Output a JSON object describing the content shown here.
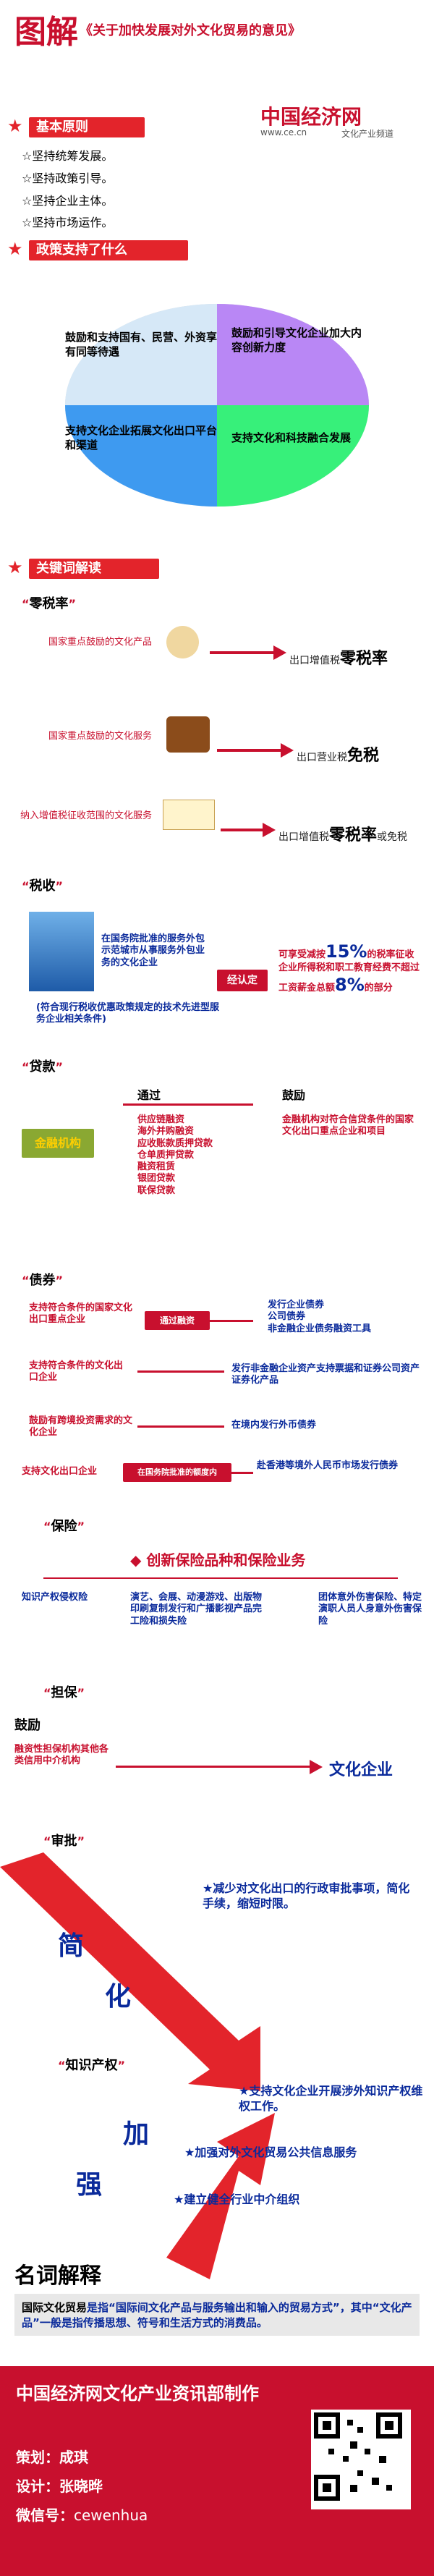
{
  "header": {
    "title": "图解",
    "subtitle": "《关于加快发展对外文化贸易的意见》",
    "brand": "中国经济网",
    "brand_sub": "文化产业频道",
    "url": "www.ce.cn"
  },
  "basic_principles": {
    "heading": "基本原则",
    "items": [
      "☆坚持统筹发展。",
      "☆坚持政策引导。",
      "☆坚持企业主体。",
      "☆坚持市场运作。"
    ]
  },
  "policy_support": {
    "heading": "政策支持了什么",
    "quadrants": [
      {
        "text": "鼓励和支持国有、民营、外资享有同等待遇",
        "color": "#d6e8f7"
      },
      {
        "text": "鼓励和引导文化企业加大内容创新力度",
        "color": "#b987f5"
      },
      {
        "text": "支持文化企业拓展文化出口平台和渠道",
        "color": "#3e9af0"
      },
      {
        "text": "支持文化和科技融合发展",
        "color": "#37f07a"
      }
    ]
  },
  "keywords": {
    "heading": "关键词解读",
    "zero_rate": {
      "label": "零税率",
      "rows": [
        {
          "left": "国家重点鼓励的文化产品",
          "result_prefix": "出口增值税",
          "result_big": "零税率",
          "result_suffix": ""
        },
        {
          "left": "国家重点鼓励的文化服务",
          "result_prefix": "出口营业税",
          "result_big": "免税",
          "result_suffix": ""
        },
        {
          "left": "纳入增值税征收范围的文化服务",
          "result_prefix": "出口增值税",
          "result_big": "零税率",
          "result_suffix": "或免税"
        }
      ]
    },
    "tax": {
      "label": "税收",
      "left_text": "在国务院批准的服务外包示范城市从事服务外包业务的文化企业",
      "left_note": "(符合现行税收优惠政策规定的技术先进型服务企业相关条件)",
      "middle": "经认定",
      "right_prefix": "可享受减按",
      "right_pct1": "15%",
      "right_mid": "的税率征收企业所得税和职工教育经费不超过工资薪金总额",
      "right_pct2": "8%",
      "right_suffix": "的部分"
    },
    "loan": {
      "label": "贷款",
      "col1_title": "通过",
      "col1_items": [
        "供应链融资",
        "海外并购融资",
        "应收账款质押贷款",
        "仓单质押贷款",
        "融资租赁",
        "银团贷款",
        "联保贷款"
      ],
      "col2_title": "鼓励",
      "col2_text": "金融机构对符合信贷条件的国家文化出口重点企业和项目",
      "badge": "金融机构"
    },
    "bond": {
      "label": "债券",
      "left1": "支持符合条件的国家文化出口重点企业",
      "mid1": "通过融资",
      "right1": [
        "发行企业债券",
        "公司债券",
        "非金融企业债务融资工具"
      ],
      "left2": "支持符合条件的文化出口企业",
      "right2": "发行非金融企业资产支持票据和证券公司资产证券化产品",
      "left3": "鼓励有跨境投资需求的文化企业",
      "right3": "在境内发行外币债券",
      "left4": "支持文化出口企业",
      "mid4": "在国务院批准的额度内",
      "right4": "赴香港等境外人民币市场发行债券"
    },
    "insurance": {
      "label": "保险",
      "headline": "创新保险品种和保险业务",
      "col1": "知识产权侵权险",
      "col2": "演艺、会展、动漫游戏、出版物印刷复制发行和广播影视产品完工险和损失险",
      "col3": "团体意外伤害保险、特定演职人员人身意外伤害保险"
    },
    "guarantee": {
      "label": "担保",
      "lead": "鼓励",
      "left_text": "融资性担保机构其他各类信用中介机构",
      "right_text": "文化企业"
    },
    "approval": {
      "label": "审批",
      "big1": "简",
      "big2": "化",
      "items": [
        "★减少对文化出口的行政审批事项，简化手续，缩短时限。"
      ]
    },
    "ip": {
      "label": "知识产权",
      "big1": "加",
      "big2": "强",
      "items": [
        "★支持文化企业开展涉外知识产权维权工作。",
        "★加强对外文化贸易公共信息服务",
        "★建立健全行业中介组织"
      ]
    }
  },
  "glossary": {
    "heading": "名词解释",
    "term": "国际文化贸易",
    "text": "是指“国际间文化产品与服务输出和输入的贸易方式”，其中“文化产品”一般是指传播思想、符号和生活方式的消费品。"
  },
  "footer": {
    "title": "中国经济网文化产业资讯部制作",
    "planner_label": "策划：",
    "planner": "成琪",
    "designer_label": "设计：",
    "designer": "张晓晔",
    "wechat_label": "微信号：",
    "wechat": "cewenhua"
  }
}
